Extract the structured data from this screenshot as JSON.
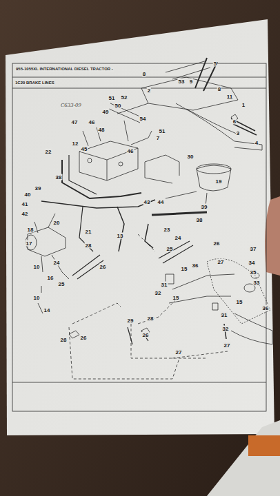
{
  "diagram": {
    "title": "1C20 BRAKE LINES",
    "labels": [
      "955-1055XL INTERNATIONAL DIESEL TRACTOR -",
      "C633-09",
      "5",
      "8",
      "53",
      "9",
      "2",
      "8",
      "51",
      "52",
      "11",
      "50",
      "1",
      "49",
      "54",
      "51",
      "6",
      "47",
      "46",
      "48",
      "3",
      "7",
      "4",
      "12",
      "45",
      "46",
      "22",
      "30",
      "38",
      "19",
      "40",
      "39",
      "43",
      "44",
      "39",
      "41",
      "42",
      "20",
      "38",
      "18",
      "21",
      "23",
      "13",
      "26",
      "24",
      "17",
      "28",
      "27",
      "25",
      "37",
      "24",
      "26",
      "36",
      "10",
      "34",
      "16",
      "15",
      "35",
      "33",
      "31",
      "25",
      "32",
      "15",
      "10",
      "28",
      "14",
      "31",
      "15",
      "36",
      "32",
      "29",
      "26",
      "28",
      "26",
      "27",
      "27"
    ]
  }
}
